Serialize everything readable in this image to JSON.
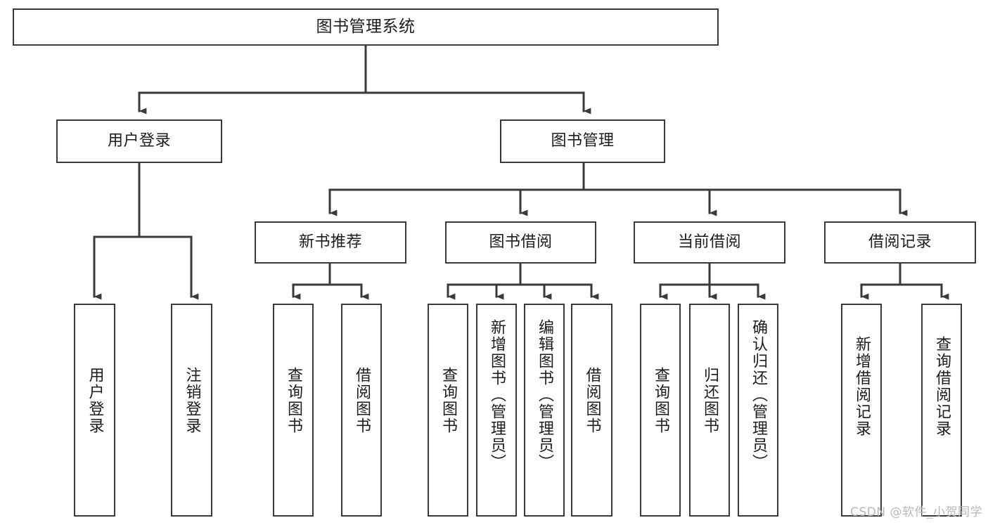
{
  "diagram": {
    "type": "tree-hierarchy-chart",
    "title": "图书管理系统",
    "watermark": "CSDN @软件_小贺同学",
    "line_color": "#3a3a3a",
    "box_fill": "#ffffff",
    "text_color": "#1c1c1c",
    "nodes": [
      {
        "id": "root",
        "label": "图书管理系统",
        "level": 0,
        "orientation": "horizontal"
      },
      {
        "id": "login",
        "label": "用户登录",
        "level": 1,
        "orientation": "horizontal"
      },
      {
        "id": "bookmgmt",
        "label": "图书管理",
        "level": 1,
        "orientation": "horizontal"
      },
      {
        "id": "newbook",
        "label": "新书推荐",
        "level": 2,
        "orientation": "horizontal"
      },
      {
        "id": "borrow",
        "label": "图书借阅",
        "level": 2,
        "orientation": "horizontal"
      },
      {
        "id": "current",
        "label": "当前借阅",
        "level": 2,
        "orientation": "horizontal"
      },
      {
        "id": "records",
        "label": "借阅记录",
        "level": 2,
        "orientation": "horizontal"
      },
      {
        "id": "leaf-1",
        "label": "用户登录",
        "level": 3,
        "orientation": "vertical",
        "parent": "login"
      },
      {
        "id": "leaf-2",
        "label": "注销登录",
        "level": 3,
        "orientation": "vertical",
        "parent": "login"
      },
      {
        "id": "leaf-3",
        "label": "查询图书",
        "level": 3,
        "orientation": "vertical",
        "parent": "newbook"
      },
      {
        "id": "leaf-4",
        "label": "借阅图书",
        "level": 3,
        "orientation": "vertical",
        "parent": "newbook"
      },
      {
        "id": "leaf-5",
        "label": "查询图书",
        "level": 3,
        "orientation": "vertical",
        "parent": "borrow"
      },
      {
        "id": "leaf-6",
        "label": "新增图书（管理员）",
        "level": 3,
        "orientation": "vertical",
        "parent": "borrow"
      },
      {
        "id": "leaf-7",
        "label": "编辑图书（管理员）",
        "level": 3,
        "orientation": "vertical",
        "parent": "borrow"
      },
      {
        "id": "leaf-8",
        "label": "借阅图书",
        "level": 3,
        "orientation": "vertical",
        "parent": "borrow"
      },
      {
        "id": "leaf-9",
        "label": "查询图书",
        "level": 3,
        "orientation": "vertical",
        "parent": "current"
      },
      {
        "id": "leaf-10",
        "label": "归还图书",
        "level": 3,
        "orientation": "vertical",
        "parent": "current"
      },
      {
        "id": "leaf-11",
        "label": "确认归还（管理员）",
        "level": 3,
        "orientation": "vertical",
        "parent": "current"
      },
      {
        "id": "leaf-12",
        "label": "新增借阅记录",
        "level": 3,
        "orientation": "vertical",
        "parent": "records"
      },
      {
        "id": "leaf-13",
        "label": "查询借阅记录",
        "level": 3,
        "orientation": "vertical",
        "parent": "records"
      }
    ]
  }
}
